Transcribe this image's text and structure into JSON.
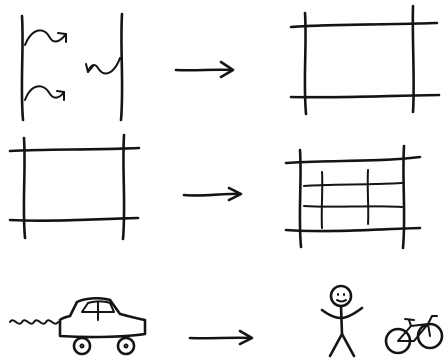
{
  "diagram": {
    "rows": [
      {
        "left": "two-walls-with-arrows-sketch",
        "arrow": "right-arrow",
        "right": "square-frame-sketch"
      },
      {
        "left": "square-frame-sketch",
        "arrow": "right-arrow",
        "right": "frame-with-grid-sketch"
      },
      {
        "left": "car-with-exhaust-sketch",
        "arrow": "right-arrow",
        "right": "person-and-bicycle-sketch"
      }
    ],
    "colors": {
      "ink": "#141414",
      "paper": "#ffffff"
    }
  }
}
